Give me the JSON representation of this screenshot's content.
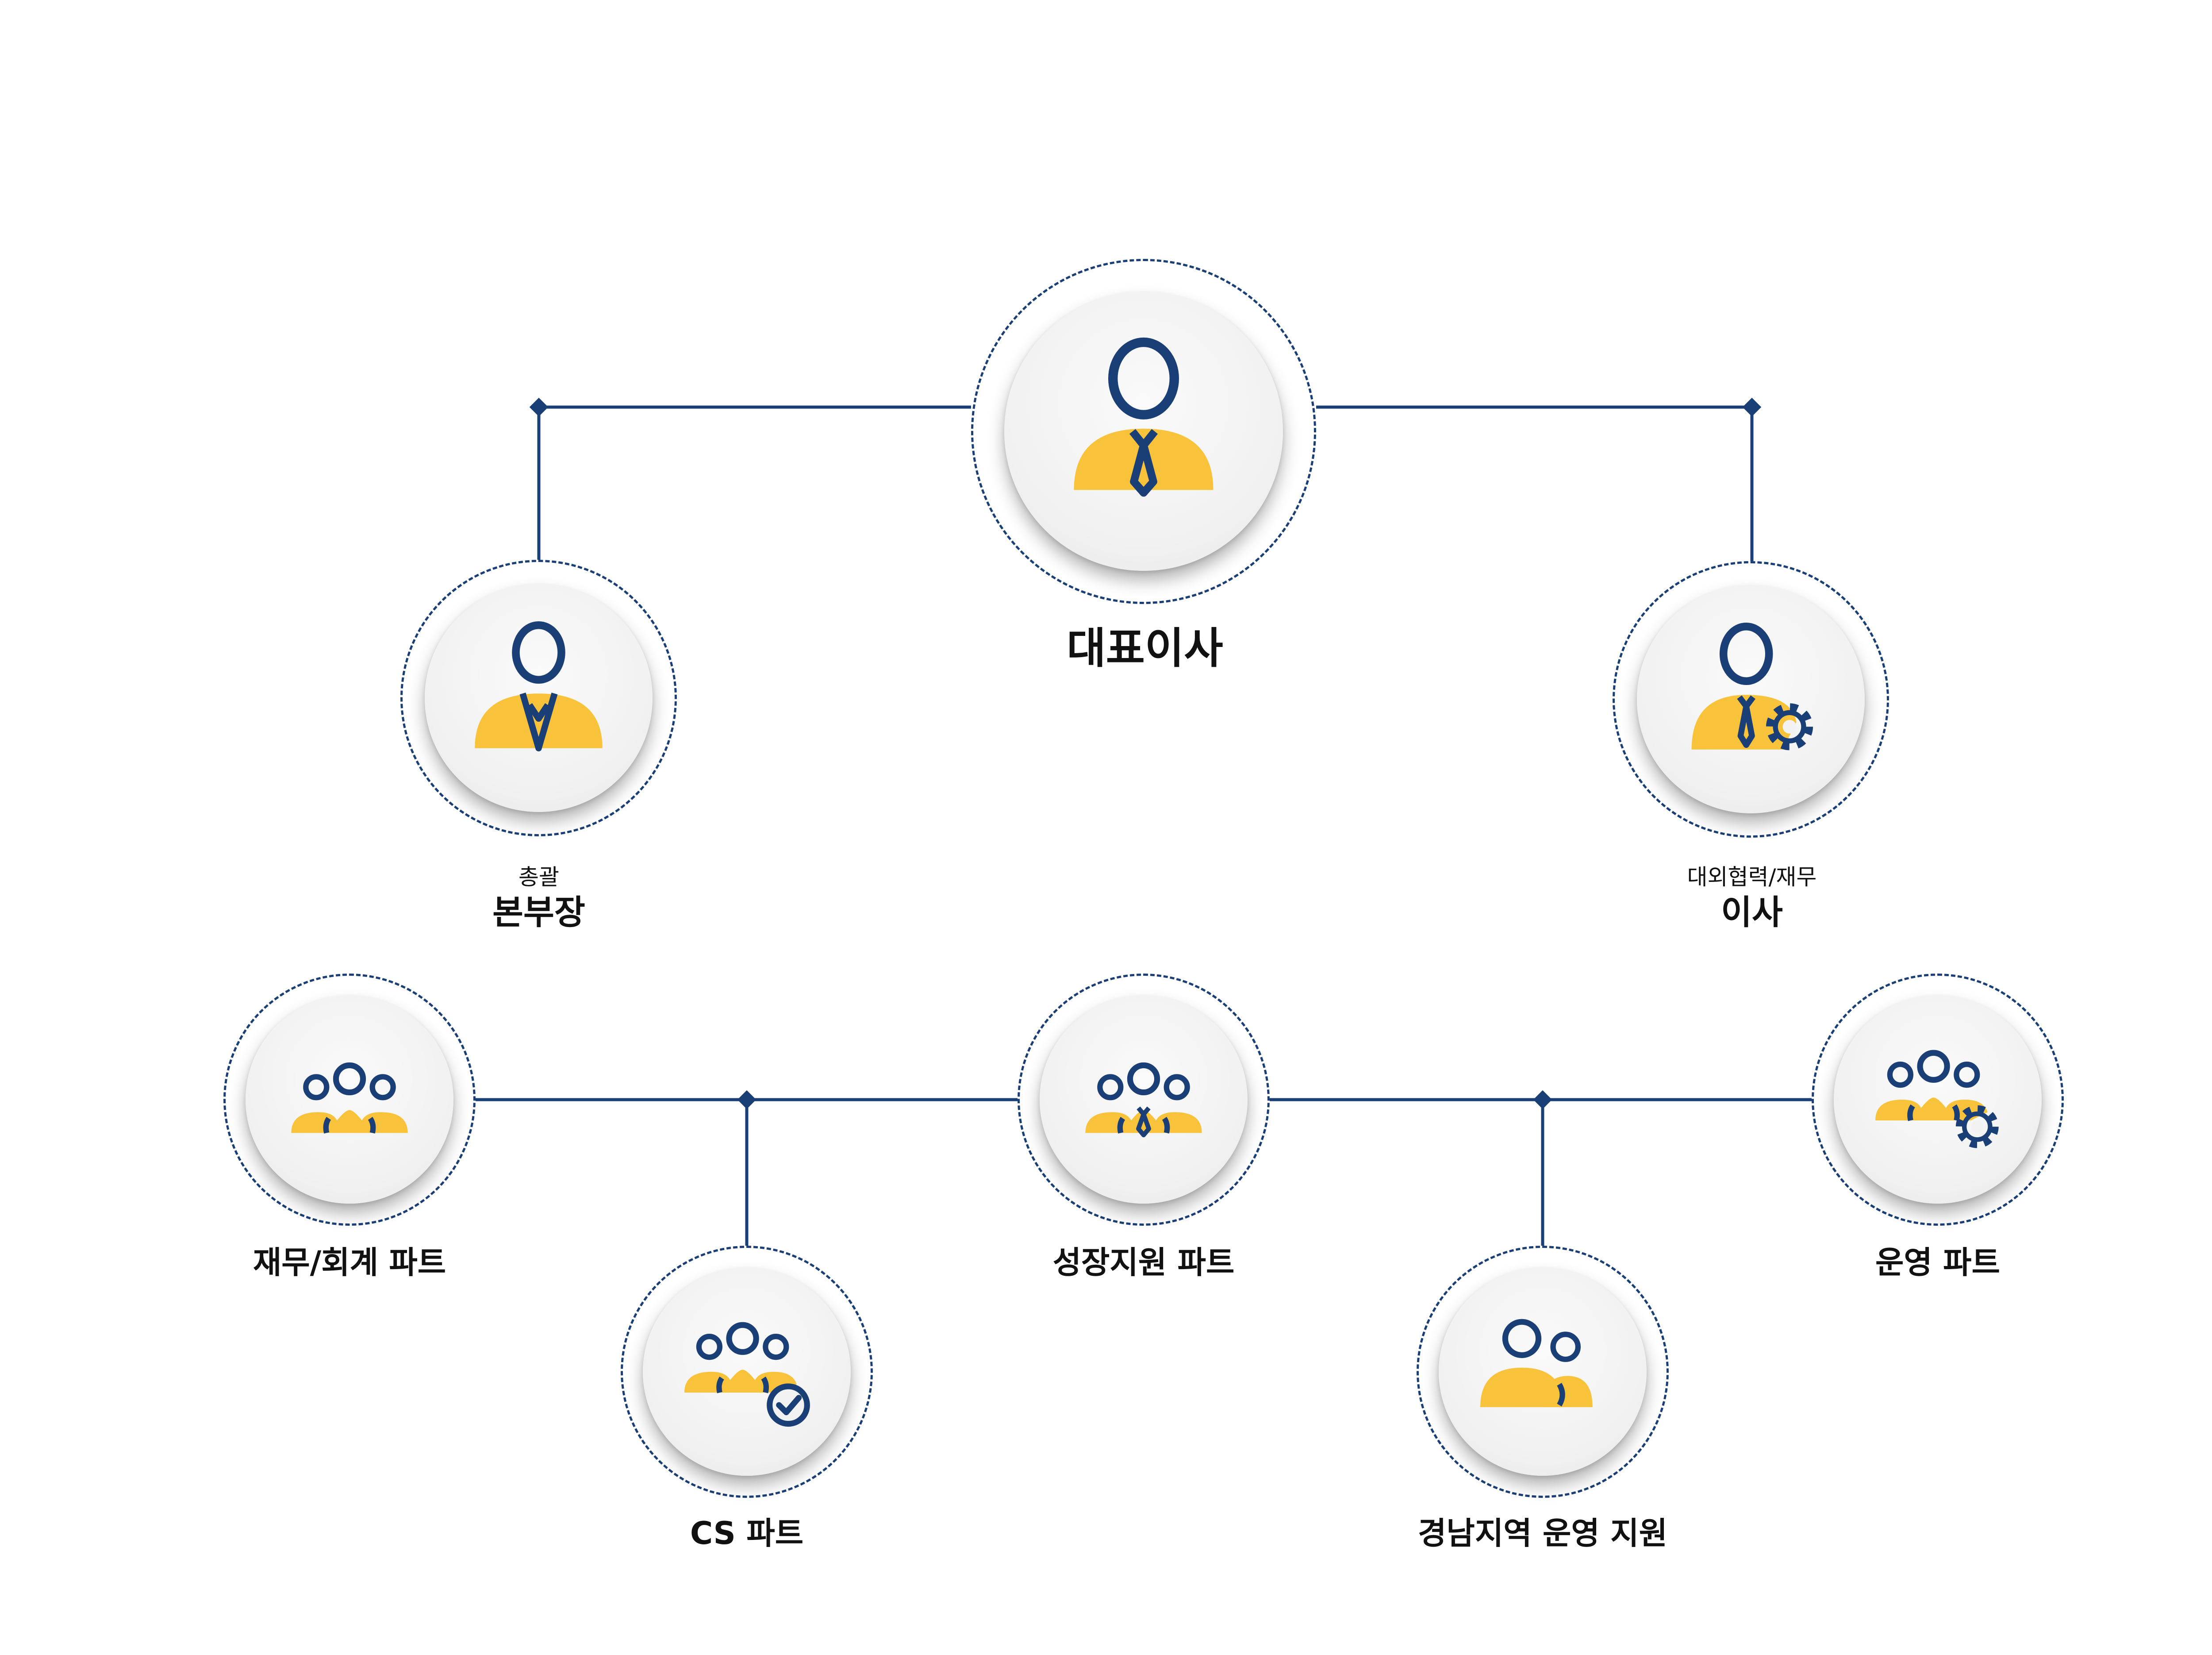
{
  "colors": {
    "line": "#1a3f77",
    "accent": "#f8c23a",
    "disc": "#f2f2f2"
  },
  "nodes": {
    "ceo": {
      "title": "대표이사",
      "icon": "executive-person-tie-icon"
    },
    "director": {
      "subtitle": "총괄",
      "title": "본부장",
      "icon": "manager-person-collar-icon"
    },
    "executive": {
      "subtitle": "대외협력/재무",
      "title": "이사",
      "icon": "person-gear-icon"
    },
    "finance": {
      "title": "재무/회계 파트",
      "icon": "team-icon"
    },
    "cs": {
      "title": "CS 파트",
      "icon": "team-check-icon"
    },
    "growth": {
      "title": "성장지원 파트",
      "icon": "team-leader-tie-icon"
    },
    "gyeongnam": {
      "title": "경남지역 운영 지원",
      "icon": "two-people-icon"
    },
    "operations": {
      "title": "운영 파트",
      "icon": "team-gear-icon"
    }
  }
}
